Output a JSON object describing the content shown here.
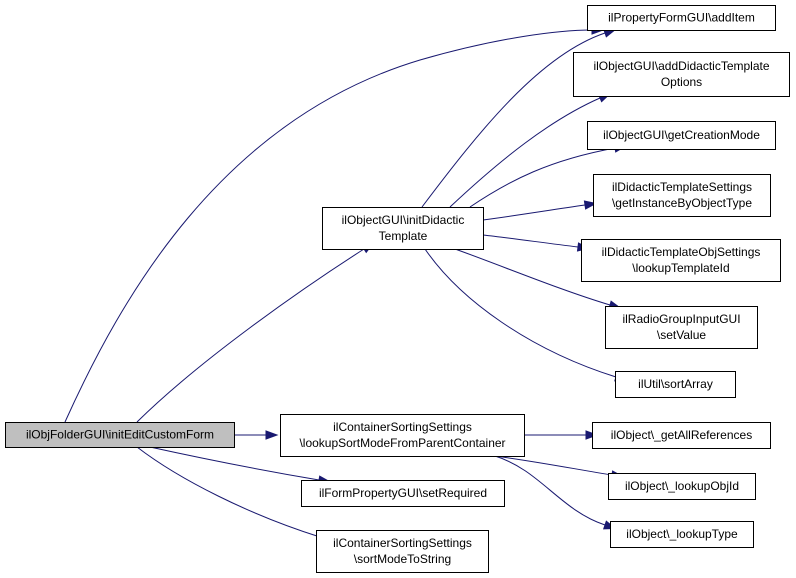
{
  "nodes": [
    {
      "id": "root",
      "lines": [
        "ilObjFolderGUI\\initEditCustomForm"
      ]
    },
    {
      "id": "initDidactic",
      "lines": [
        "ilObjectGUI\\initDidactic",
        "Template"
      ]
    },
    {
      "id": "addItem",
      "lines": [
        "ilPropertyFormGUI\\addItem"
      ]
    },
    {
      "id": "addDidacticOpts",
      "lines": [
        "ilObjectGUI\\addDidacticTemplate",
        "Options"
      ]
    },
    {
      "id": "getCreationMode",
      "lines": [
        "ilObjectGUI\\getCreationMode"
      ]
    },
    {
      "id": "getInstance",
      "lines": [
        "ilDidacticTemplateSettings",
        "\\getInstanceByObjectType"
      ]
    },
    {
      "id": "lookupTemplateId",
      "lines": [
        "ilDidacticTemplateObjSettings",
        "\\lookupTemplateId"
      ]
    },
    {
      "id": "setValue",
      "lines": [
        "ilRadioGroupInputGUI",
        "\\setValue"
      ]
    },
    {
      "id": "sortArray",
      "lines": [
        "ilUtil\\sortArray"
      ]
    },
    {
      "id": "lookupSortMode",
      "lines": [
        "ilContainerSortingSettings",
        "\\lookupSortModeFromParentContainer"
      ]
    },
    {
      "id": "getAllRefs",
      "lines": [
        "ilObject\\_getAllReferences"
      ]
    },
    {
      "id": "lookupObjId",
      "lines": [
        "ilObject\\_lookupObjId"
      ]
    },
    {
      "id": "lookupType",
      "lines": [
        "ilObject\\_lookupType"
      ]
    },
    {
      "id": "setRequired",
      "lines": [
        "ilFormPropertyGUI\\setRequired"
      ]
    },
    {
      "id": "sortModeToString",
      "lines": [
        "ilContainerSortingSettings",
        "\\sortModeToString"
      ]
    }
  ],
  "edges": [
    {
      "from": "root",
      "to": "initDidactic"
    },
    {
      "from": "root",
      "to": "addItem"
    },
    {
      "from": "root",
      "to": "lookupSortMode"
    },
    {
      "from": "root",
      "to": "setRequired"
    },
    {
      "from": "root",
      "to": "sortModeToString"
    },
    {
      "from": "initDidactic",
      "to": "addItem"
    },
    {
      "from": "initDidactic",
      "to": "addDidacticOpts"
    },
    {
      "from": "initDidactic",
      "to": "getCreationMode"
    },
    {
      "from": "initDidactic",
      "to": "getInstance"
    },
    {
      "from": "initDidactic",
      "to": "lookupTemplateId"
    },
    {
      "from": "initDidactic",
      "to": "setValue"
    },
    {
      "from": "initDidactic",
      "to": "sortArray"
    },
    {
      "from": "lookupSortMode",
      "to": "getAllRefs"
    },
    {
      "from": "lookupSortMode",
      "to": "lookupObjId"
    },
    {
      "from": "lookupSortMode",
      "to": "lookupType"
    }
  ]
}
